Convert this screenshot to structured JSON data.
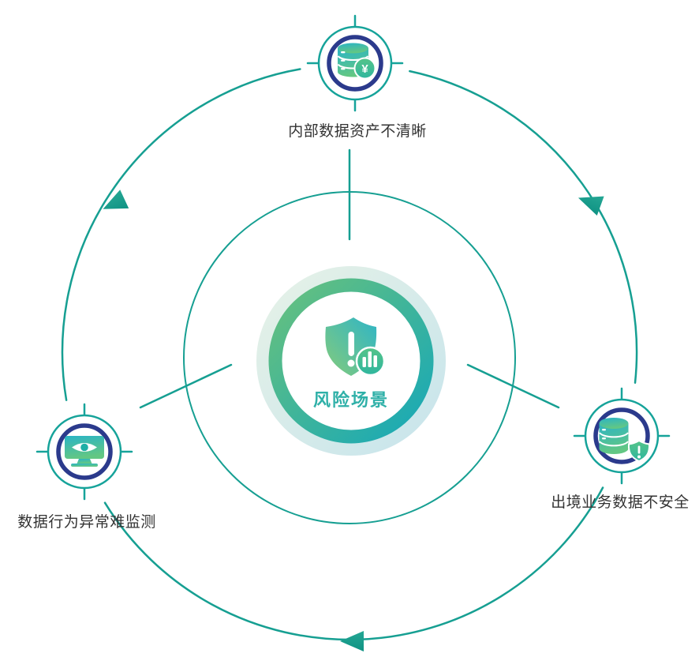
{
  "diagram": {
    "type": "cycle-diagram",
    "flow_direction": "clockwise",
    "center": {
      "label": "风险场景",
      "icon": "shield-alert-chart-icon"
    },
    "nodes": [
      {
        "position": "top",
        "label": "内部数据资产不清晰",
        "icon": "database-currency-icon",
        "badge_glyph": "¥"
      },
      {
        "position": "right",
        "label": "出境业务数据不安全",
        "icon": "database-shield-alert-icon"
      },
      {
        "position": "left",
        "label": "数据行为异常难监测",
        "icon": "monitor-eye-icon"
      }
    ],
    "colors": {
      "background": "#FFFFFF",
      "line_teal": "#169F92",
      "crosshair_teal": "#16A39A",
      "navy_ring": "#2B3A8C",
      "icon_gradient_start": "#2AB4C6",
      "icon_gradient_end": "#63C783",
      "center_ring_gradient_start": "#68C17D",
      "center_ring_gradient_end": "#16A8B8",
      "glow_gradient_start": "#E7F2E7",
      "glow_gradient_end": "#C6E4EC",
      "center_text": "#2FB0A8",
      "label_text": "#333333"
    }
  }
}
